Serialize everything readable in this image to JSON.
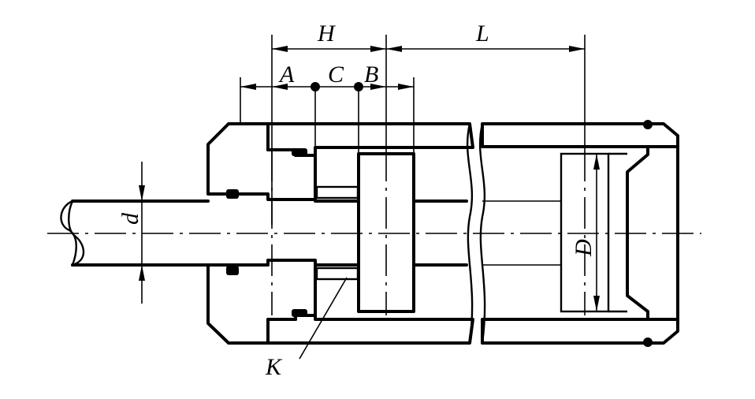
{
  "labels": {
    "H": "H",
    "L": "L",
    "A": "A",
    "C": "C",
    "B": "B",
    "d": "d",
    "D": "D",
    "K": "K"
  }
}
